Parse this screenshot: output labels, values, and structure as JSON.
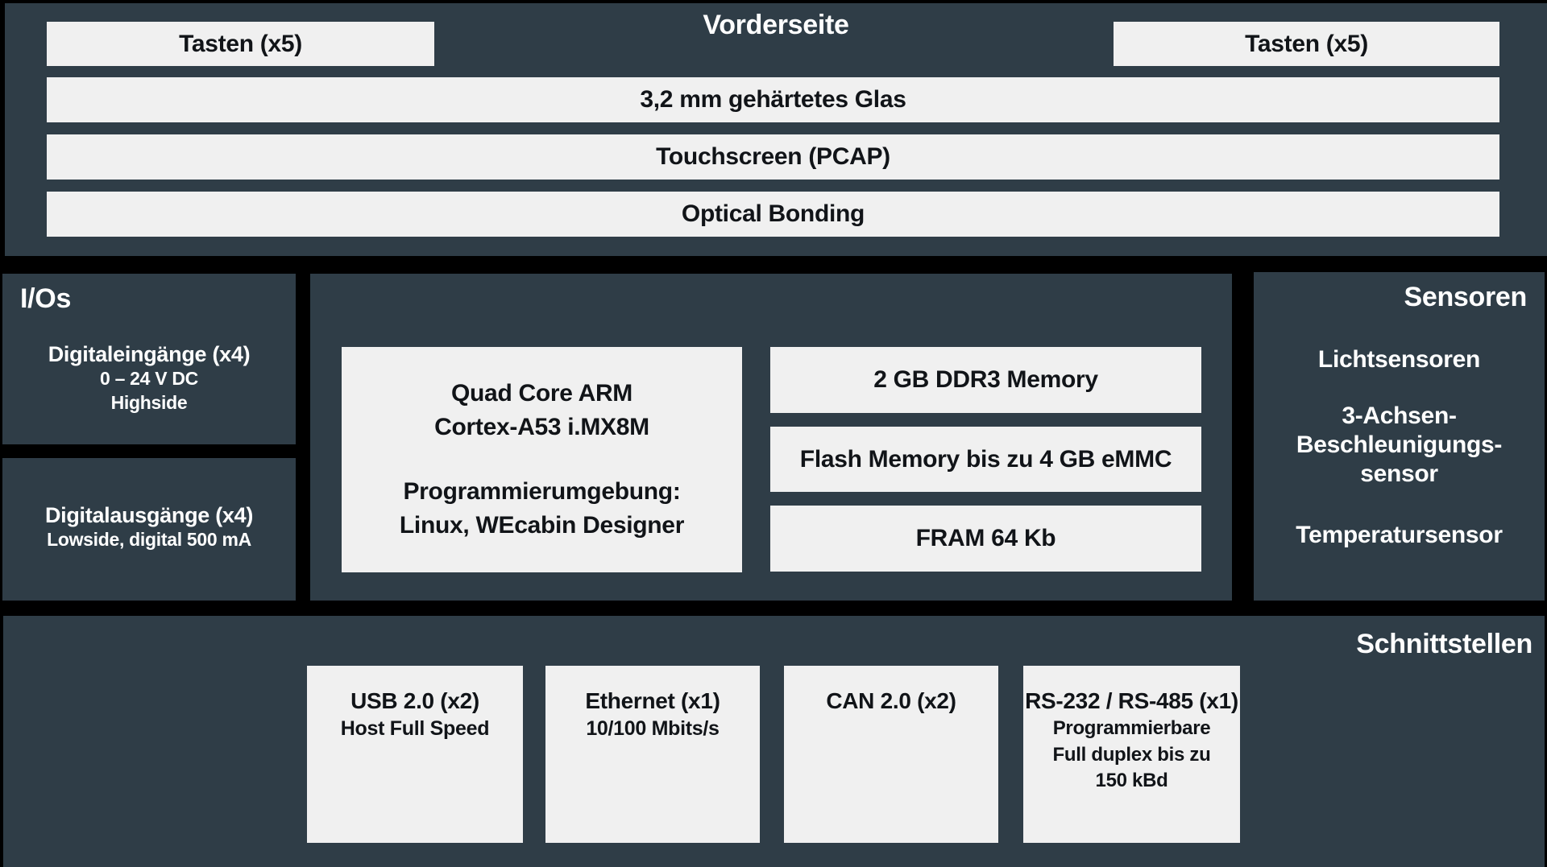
{
  "colors": {
    "background": "#000000",
    "panel": "#2f3d47",
    "box": "#f0f0f0",
    "text_light": "#ffffff",
    "text_dark": "#111418"
  },
  "front": {
    "title": "Vorderseite",
    "keys_left": "Tasten (x5)",
    "keys_right": "Tasten (x5)",
    "layer_glass": "3,2 mm gehärtetes Glas",
    "layer_touch": "Touchscreen (PCAP)",
    "layer_bonding": "Optical Bonding"
  },
  "ios": {
    "title": "I/Os",
    "inputs_title": "Digitaleingänge (x4)",
    "inputs_line1": "0 – 24 V DC",
    "inputs_line2": "Highside",
    "outputs_title": "Digitalausgänge (x4)",
    "outputs_line1": "Lowside, digital 500 mA"
  },
  "core": {
    "cpu_line1": "Quad Core ARM",
    "cpu_line2": "Cortex-A53 i.MX8M",
    "cpu_line3": "Programmierumgebung:",
    "cpu_line4": "Linux, WEcabin Designer",
    "memory1": "2 GB DDR3 Memory",
    "memory2": "Flash Memory bis zu 4 GB eMMC",
    "memory3": "FRAM 64 Kb"
  },
  "sensors": {
    "title": "Sensoren",
    "light": "Lichtsensoren",
    "accel_line1": "3-Achsen-",
    "accel_line2": "Beschleunigungs-",
    "accel_line3": "sensor",
    "temperature": "Temperatursensor"
  },
  "interfaces": {
    "title": "Schnittstellen",
    "usb_title": "USB 2.0 (x2)",
    "usb_sub": "Host Full Speed",
    "ethernet_title": "Ethernet (x1)",
    "ethernet_sub": "10/100 Mbits/s",
    "can_title": "CAN 2.0 (x2)",
    "rs_title": "RS-232 / RS-485 (x1)",
    "rs_sub1": "Programmierbare",
    "rs_sub2": "Full duplex bis zu",
    "rs_sub3": "150 kBd"
  }
}
